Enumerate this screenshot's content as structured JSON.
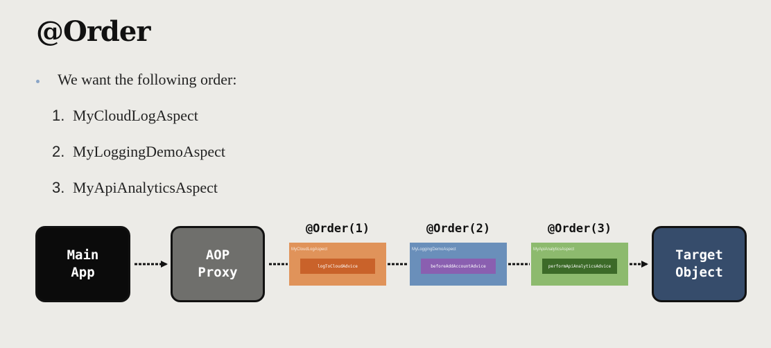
{
  "title": "@Order",
  "bullet": "We want the following order:",
  "order_list": [
    {
      "num": "1.",
      "name": "MyCloudLogAspect"
    },
    {
      "num": "2.",
      "name": "MyLoggingDemoAspect"
    },
    {
      "num": "3.",
      "name": "MyApiAnalyticsAspect"
    }
  ],
  "diagram": {
    "main_app": "Main\nApp",
    "aop_proxy": "AOP\nProxy",
    "target_object": "Target\nObject",
    "aspects": [
      {
        "order": "@Order(1)",
        "name": "MyCloudLogAspect",
        "advice": "logToCloudAdvice",
        "color": "#e0935a"
      },
      {
        "order": "@Order(2)",
        "name": "MyLoggingDemoAspect",
        "advice": "beforeAddAccountAdvice",
        "color": "#6a8fba"
      },
      {
        "order": "@Order(3)",
        "name": "MyApiAnalyticsAspect",
        "advice": "performApiAnalyticsAdvice",
        "color": "#8dba6e"
      }
    ]
  }
}
